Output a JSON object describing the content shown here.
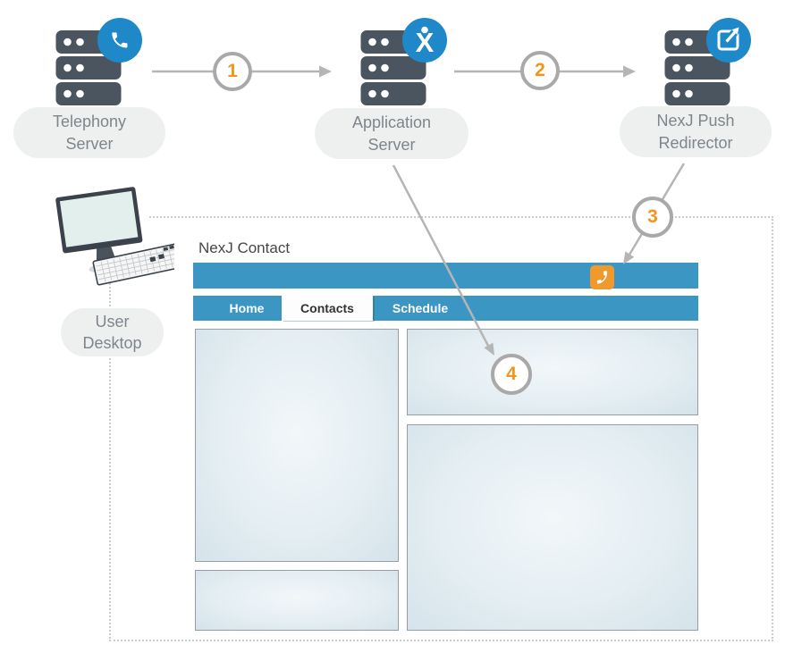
{
  "diagram": {
    "servers": [
      {
        "line1": "Telephony",
        "line2": "Server",
        "badge_icon": "phone-icon"
      },
      {
        "line1": "Application",
        "line2": "Server",
        "badge_icon": "nexj-person-icon"
      },
      {
        "line1": "NexJ Push",
        "line2": "Redirector",
        "badge_icon": "open-external-icon"
      }
    ],
    "step_numbers": [
      "1",
      "2",
      "3",
      "4"
    ],
    "user_desktop": {
      "line1": "User",
      "line2": "Desktop"
    }
  },
  "app": {
    "title": "NexJ Contact",
    "tabs": [
      {
        "label": "Home",
        "active": false
      },
      {
        "label": "Contacts",
        "active": true
      },
      {
        "label": "Schedule",
        "active": false
      }
    ],
    "toolbar_icon": "phone-icon"
  },
  "colors": {
    "badge_blue": "#1e88c9",
    "header_blue": "#3b96c3",
    "step_orange": "#f5941d",
    "toolbar_orange": "#f0992c",
    "server_gray": "#4b5560",
    "arrow_gray": "#b5b5b5"
  }
}
